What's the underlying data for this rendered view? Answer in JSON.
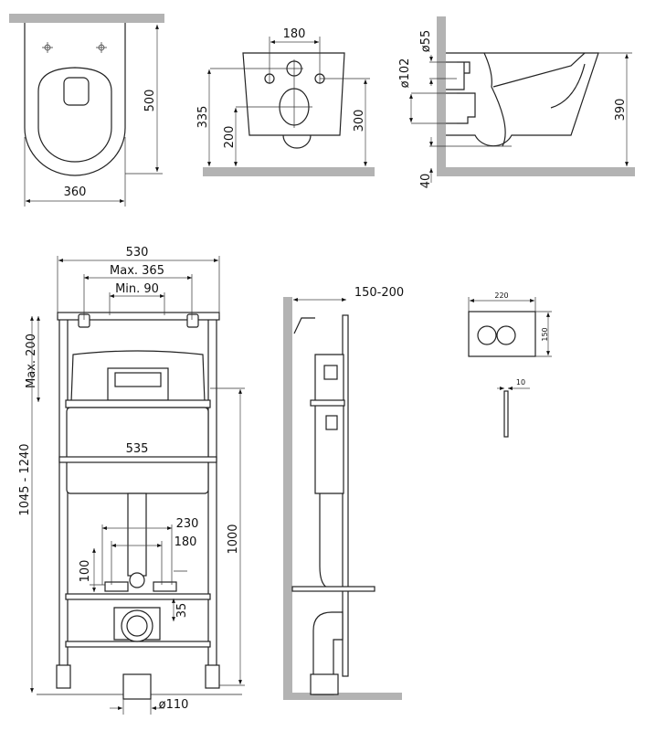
{
  "top_views": {
    "plan": {
      "depth": "500",
      "width": "360"
    },
    "front": {
      "hole_spacing": "180",
      "inlet_height": "335",
      "outlet_height": "200",
      "bolt_height": "300"
    },
    "side": {
      "inlet_diameter": "ø55",
      "outlet_diameter": "ø102",
      "height": "390",
      "floor_gap": "40"
    }
  },
  "frame_front": {
    "width": "530",
    "max_spacing": "Max. 365",
    "min_spacing": "Min. 90",
    "max_top": "Max. 200",
    "height_range": "1045 - 1240",
    "tank_width": "535",
    "bolt_spacing_outer": "230",
    "bolt_spacing_inner": "180",
    "bolt_offset": "100",
    "outlet_offset": "35",
    "bolt_height": "1000",
    "outlet_diameter": "ø110"
  },
  "frame_side": {
    "depth_range": "150-200"
  },
  "flush_plate": {
    "width": "220",
    "height": "150",
    "thickness": "10"
  }
}
